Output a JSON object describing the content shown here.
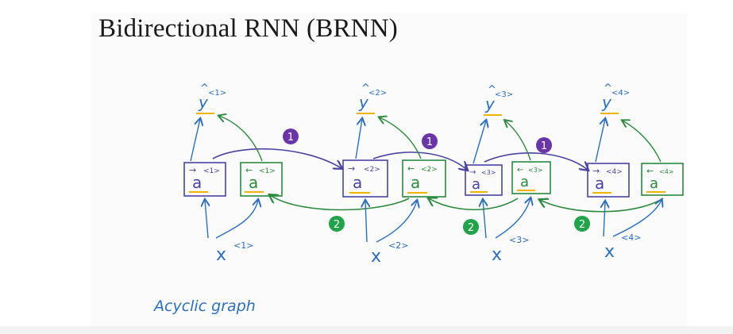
{
  "slide": {
    "title": "Bidirectional RNN (BRNN)",
    "note": "Acyclic graph"
  },
  "colors": {
    "forward": "#4a43a4",
    "backward": "#2b8a3e",
    "input_output": "#2a6fc0",
    "underline": "#f0b400",
    "forward_badge": "#6a35a8",
    "backward_badge": "#21a34a"
  },
  "diagram": {
    "timesteps": [
      {
        "forward_cell": "a",
        "forward_sup": "<1>",
        "backward_cell": "a",
        "backward_sup": "<1>",
        "input": "x",
        "input_sup": "<1>",
        "output": "y",
        "output_sup": "<1>"
      },
      {
        "forward_cell": "a",
        "forward_sup": "<2>",
        "backward_cell": "a",
        "backward_sup": "<2>",
        "input": "x",
        "input_sup": "<2>",
        "output": "y",
        "output_sup": "<2>"
      },
      {
        "forward_cell": "a",
        "forward_sup": "<3>",
        "backward_cell": "a",
        "backward_sup": "<3>",
        "input": "x",
        "input_sup": "<3>",
        "output": "y",
        "output_sup": "<3>"
      },
      {
        "forward_cell": "a",
        "forward_sup": "<4>",
        "backward_cell": "a",
        "backward_sup": "<4>",
        "input": "x",
        "input_sup": "<4>",
        "output": "y",
        "output_sup": "<4>"
      }
    ],
    "forward_badges": [
      "1",
      "1",
      "1"
    ],
    "backward_badges": [
      "2",
      "2",
      "2"
    ]
  }
}
